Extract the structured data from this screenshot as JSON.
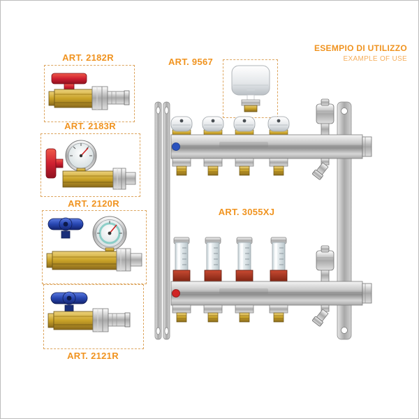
{
  "header": {
    "usage_title_it": "ESEMPIO DI UTILIZZO",
    "usage_title_en": "EXAMPLE OF USE"
  },
  "parts": {
    "red_ball_valve": {
      "label": "ART. 2182R"
    },
    "red_valve_with_gauge": {
      "label": "ART. 2183R"
    },
    "blue_valve_with_gauge": {
      "label": "ART. 2120R"
    },
    "blue_ball_valve": {
      "label": "ART. 2121R"
    },
    "thermoelectric_actuator": {
      "label": "ART. 9567"
    },
    "manifold_assembly": {
      "label": "ART. 3055XJ"
    }
  },
  "colors": {
    "accent_orange": "#F0931F",
    "accent_orange_light": "#F5AE5C",
    "dashed_border": "#DDA55E",
    "handle_red": "#CF2030",
    "handle_blue": "#2746B0",
    "brass": "#C9A227",
    "flowmeter_base_red": "#B03A2E",
    "indicator_blue_dot": "#2A52BE",
    "indicator_red_dot": "#D02525"
  }
}
